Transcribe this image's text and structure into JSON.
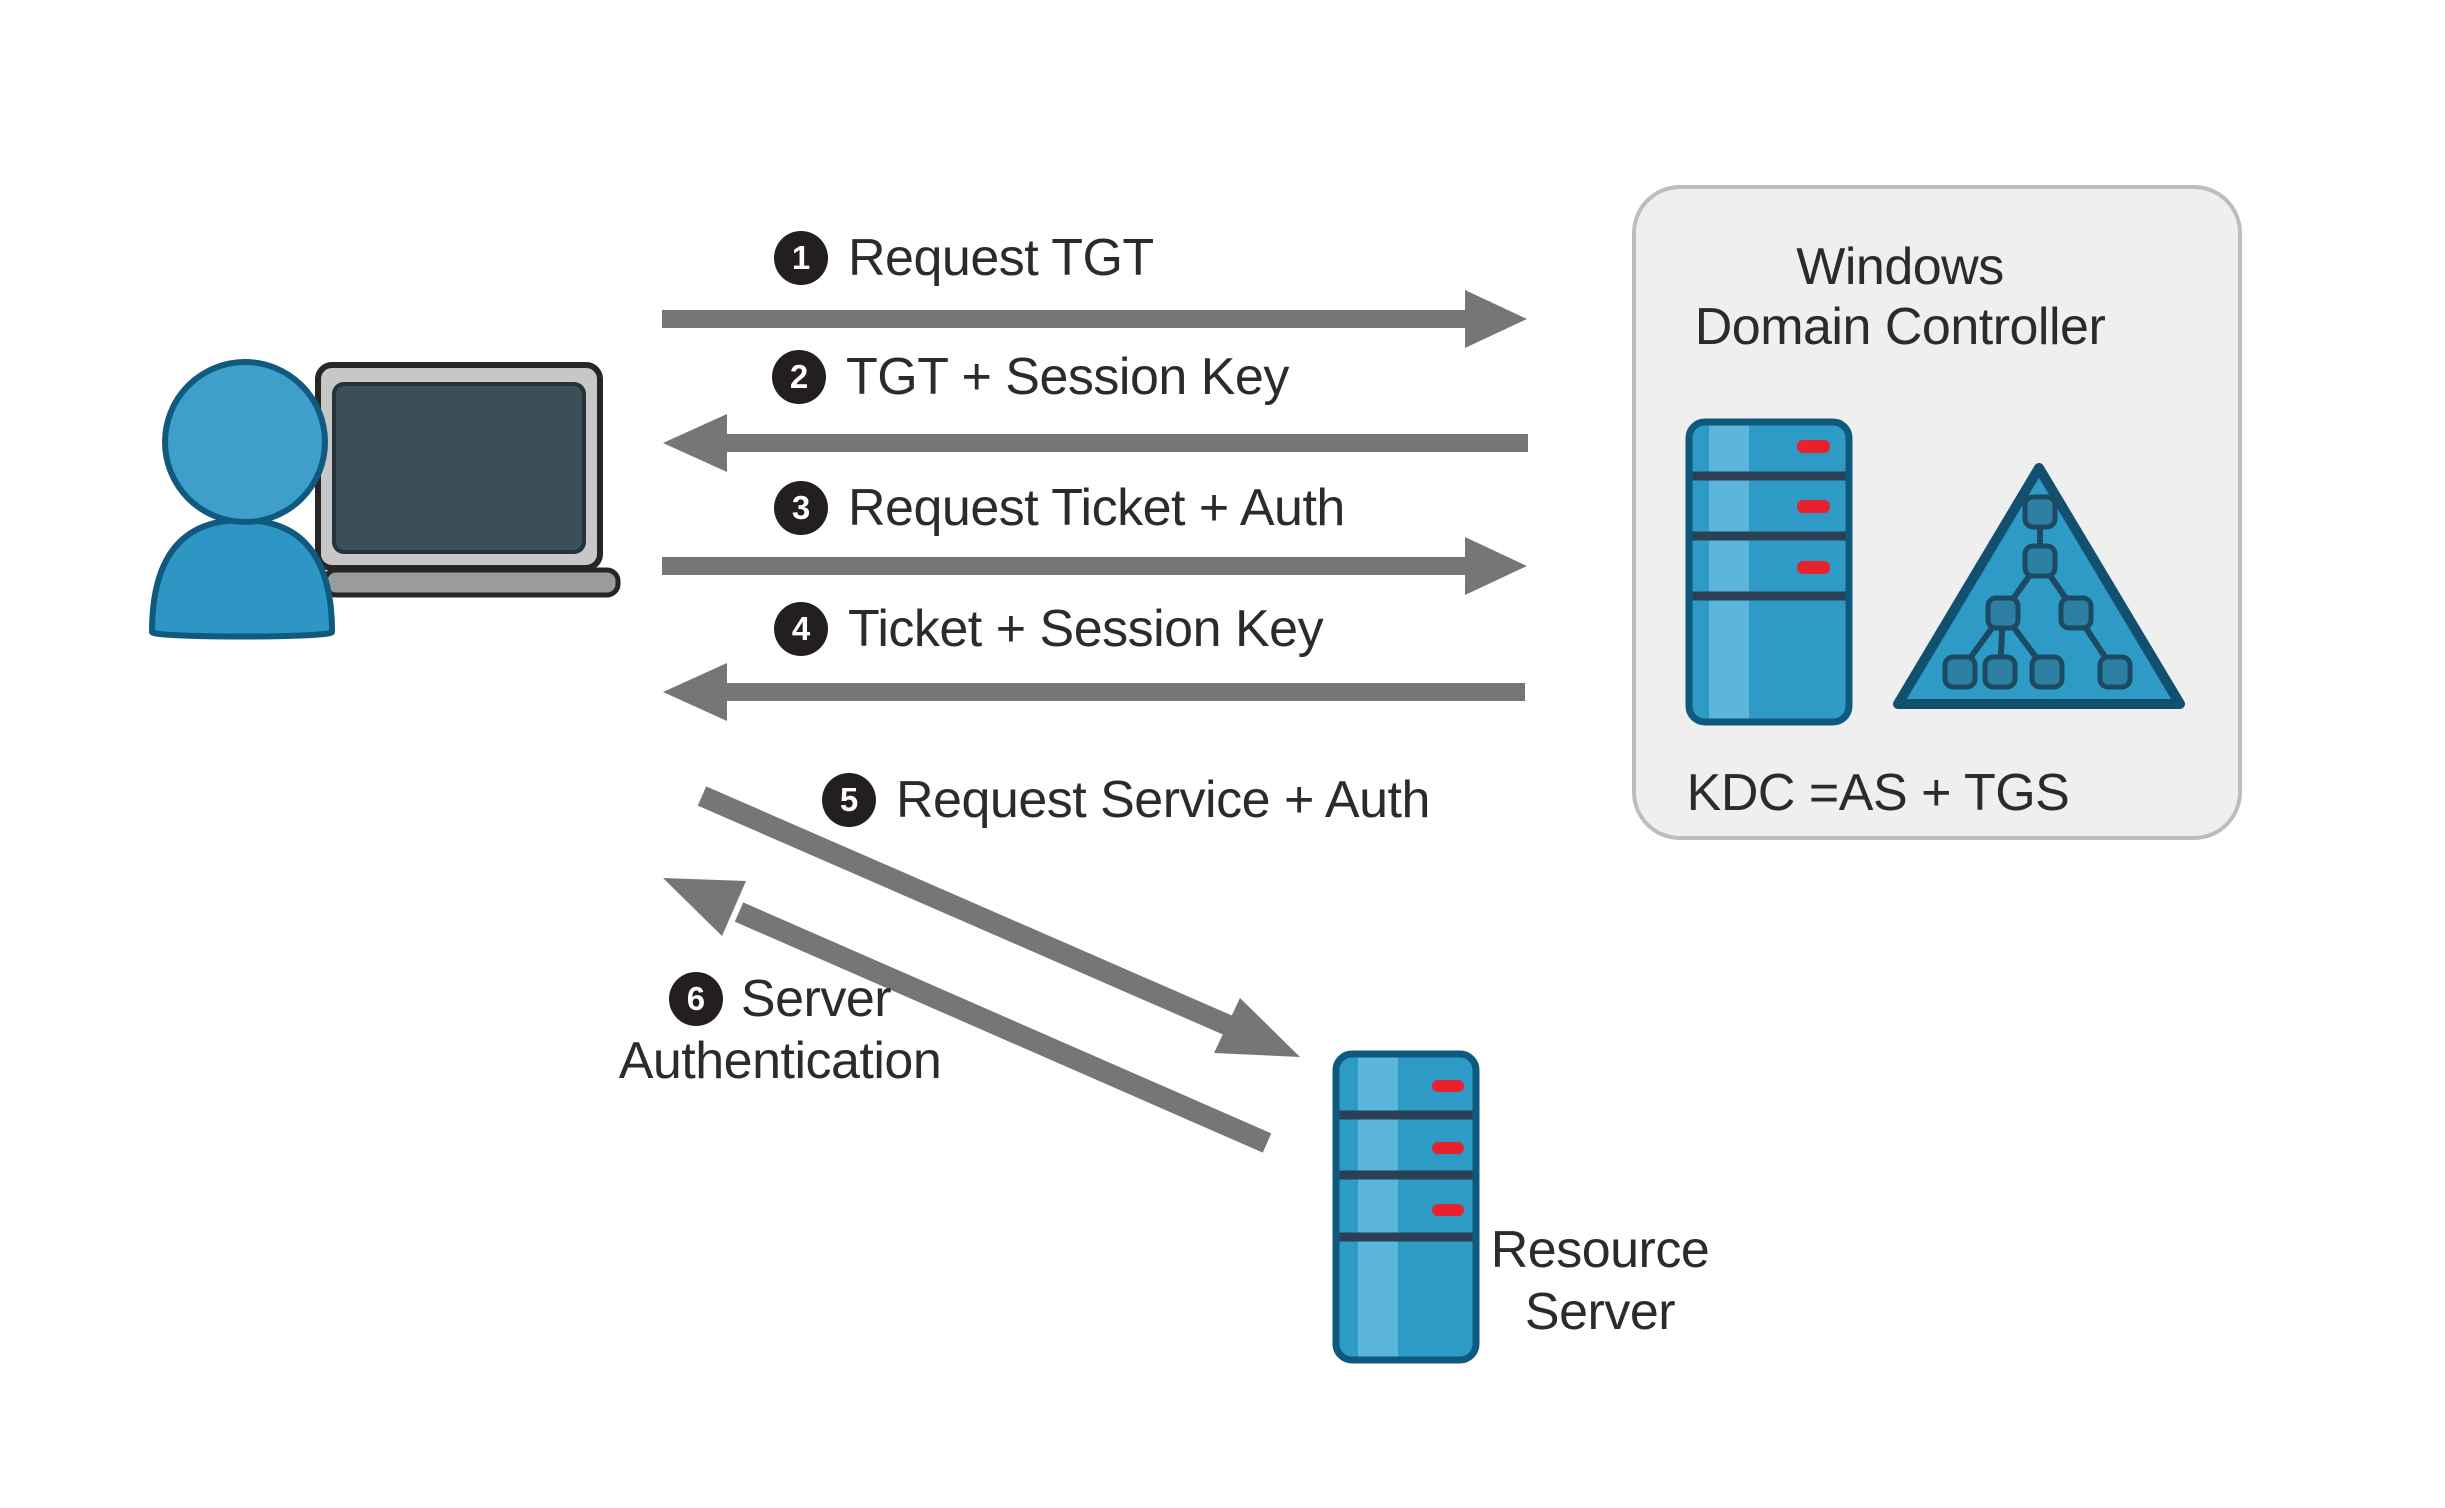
{
  "diagram_type": "kerberos-authentication-flow",
  "steps": [
    {
      "number": "1",
      "label": "Request TGT",
      "direction": "right"
    },
    {
      "number": "2",
      "label": "TGT + Session Key",
      "direction": "left"
    },
    {
      "number": "3",
      "label": "Request Ticket + Auth",
      "direction": "right"
    },
    {
      "number": "4",
      "label": "Ticket + Session Key",
      "direction": "left"
    },
    {
      "number": "5",
      "label": "Request Service + Auth",
      "direction": "down-right"
    },
    {
      "number": "6",
      "label": "Server",
      "label_line2": "Authentication",
      "direction": "up-left"
    }
  ],
  "domain_controller": {
    "title_line1": "Windows",
    "title_line2": "Domain Controller",
    "caption": "KDC =AS + TGS"
  },
  "resource_server": {
    "label_line1": "Resource",
    "label_line2": "Server"
  },
  "icons": [
    "user-workstation-icon",
    "server-icon",
    "active-directory-icon",
    "arrow-icons"
  ],
  "colors": {
    "background": "#ffffff",
    "arrow_gray": "#767676",
    "badge_black": "#231f20",
    "text": "#2d2a2b",
    "panel_fill": "#efefef",
    "panel_border": "#b8bfc1",
    "server_blue": "#2e9bc7",
    "server_blue_light": "#5cb5da",
    "server_outline": "#0e5a7e",
    "server_divider": "#2b4054",
    "red_indicator": "#e8212e",
    "laptop_frame_gray": "#c7c7c7",
    "laptop_base_gray": "#9b9b9b",
    "screen_dark": "#3a4f58",
    "person_blue": "#3e9fcb",
    "person_outline": "#0f5a7e",
    "ad_node_fill": "#2d7fa2",
    "ad_line": "#1d4a63"
  }
}
